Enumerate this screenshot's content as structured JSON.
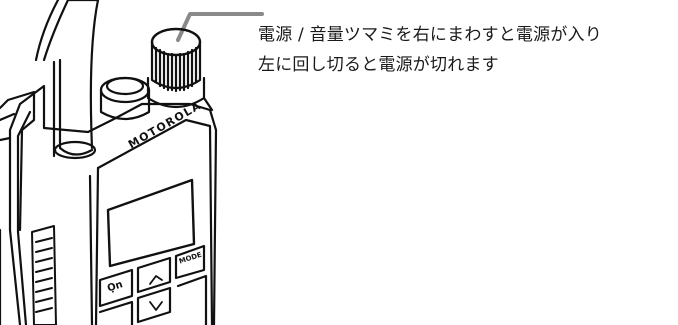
{
  "callout": {
    "line1": "電源 / 音量ツマミを右にまわすと電源が入り",
    "line2": "左に回し切ると電源が切れます"
  },
  "device": {
    "brand_label": "MOTOROLA",
    "mode_key_label": "MODE",
    "key_up_symbol": "^",
    "key_down_symbol": "v",
    "key_power_symbol": "Ọn"
  },
  "icons": {
    "knob": "power-volume-knob",
    "antenna": "antenna",
    "power-key": "power-key-icon"
  }
}
